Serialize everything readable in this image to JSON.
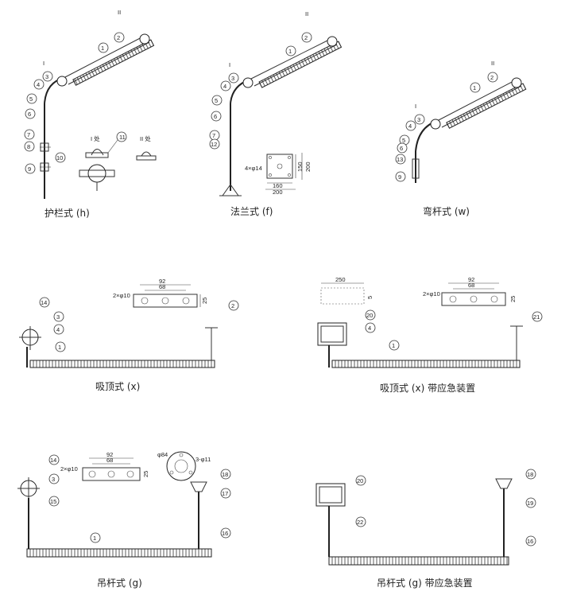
{
  "captions": {
    "guardrail": "护栏式 (h)",
    "flange": "法兰式 (f)",
    "bent_pole": "弯杆式 (w)",
    "ceiling": "吸顶式 (x)",
    "ceiling_emergency": "吸顶式 (x) 带应急装置",
    "pendant": "吊杆式 (g)",
    "pendant_emergency": "吊杆式 (g) 带应急装置"
  },
  "detail_labels": {
    "detail_i": "I 处",
    "detail_ii": "II 处"
  },
  "roman": {
    "i": "I",
    "ii": "II"
  },
  "numbers": {
    "n1": "1",
    "n2": "2",
    "n3": "3",
    "n4": "4",
    "n5": "5",
    "n6": "6",
    "n7": "7",
    "n8": "8",
    "n9": "9",
    "n10": "10",
    "n11": "11",
    "n12": "12",
    "n13": "13",
    "n14": "14",
    "n15": "15",
    "n16": "16",
    "n17": "17",
    "n18": "18",
    "n19": "19",
    "n20": "20",
    "n21": "21",
    "n22": "22"
  },
  "dimensions": {
    "flange_holes": "4×φ14",
    "d150": "150",
    "d160": "160",
    "d200": "200",
    "holes_2x10": "2×φ10",
    "d92": "92",
    "d68": "68",
    "d25": "25",
    "d250": "250",
    "d84": "φ84",
    "holes_3x11": "3-φ11"
  }
}
